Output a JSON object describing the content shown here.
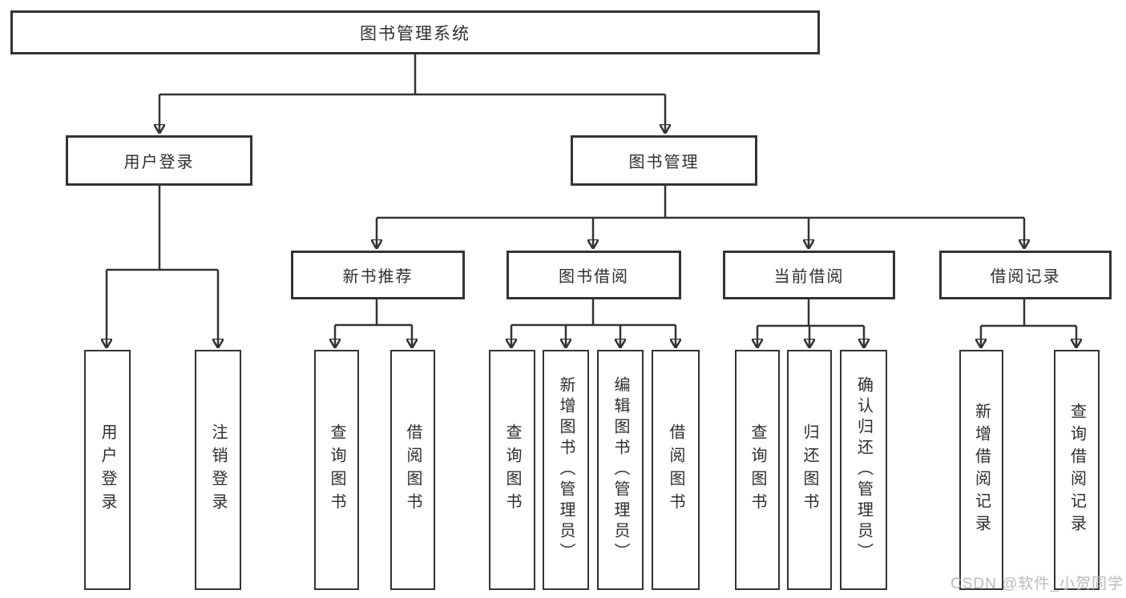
{
  "tree": {
    "root": {
      "label": "图书管理系统"
    },
    "level2": [
      {
        "label": "用户登录",
        "children": [
          {
            "label": "用户登录"
          },
          {
            "label": "注销登录"
          }
        ]
      },
      {
        "label": "图书管理",
        "children": [
          {
            "label": "新书推荐",
            "children": [
              {
                "label": "查询图书"
              },
              {
                "label": "借阅图书"
              }
            ]
          },
          {
            "label": "图书借阅",
            "children": [
              {
                "label": "查询图书"
              },
              {
                "label": "新增图书（管理员）"
              },
              {
                "label": "编辑图书（管理员）"
              },
              {
                "label": "借阅图书"
              }
            ]
          },
          {
            "label": "当前借阅",
            "children": [
              {
                "label": "查询图书"
              },
              {
                "label": "归还图书"
              },
              {
                "label": "确认归还（管理员）"
              }
            ]
          },
          {
            "label": "借阅记录",
            "children": [
              {
                "label": "新增借阅记录"
              },
              {
                "label": "查询借阅记录"
              }
            ]
          }
        ]
      }
    ]
  },
  "watermark": {
    "text": "CSDN @软件_小贺同学"
  },
  "colors": {
    "line": "#333333",
    "box_border": "#333333",
    "text": "#2e2e2e",
    "watermark": "#b3b3b3",
    "background": "#ffffff"
  }
}
